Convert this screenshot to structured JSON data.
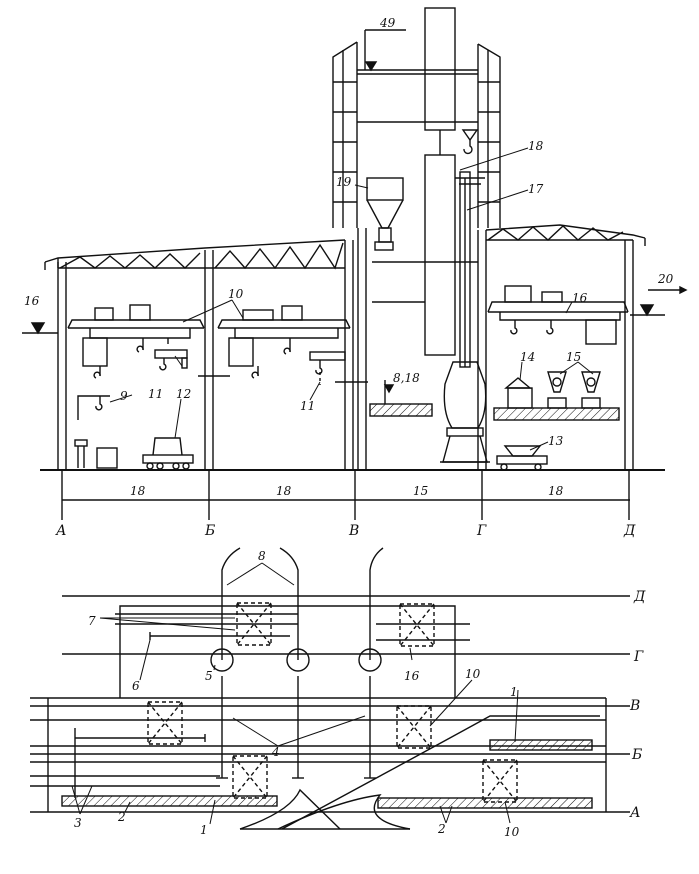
{
  "colors": {
    "ink": "#111111",
    "paper": "#ffffff"
  },
  "section": {
    "axes": [
      "А",
      "Б",
      "В",
      "Г",
      "Д"
    ],
    "spans": [
      "18",
      "18",
      "15",
      "18"
    ],
    "elevations": {
      "left": "16",
      "right": "20",
      "top": "49",
      "platform": "8,18"
    },
    "labels": {
      "n9": "9",
      "n10": "10",
      "n11a": "11",
      "n11b": "11",
      "n12": "12",
      "n13": "13",
      "n14": "14",
      "n15": "15",
      "n16": "16",
      "n17": "17",
      "n18": "18",
      "n19": "19"
    }
  },
  "plan": {
    "axes": [
      "Д",
      "Г",
      "В",
      "Б",
      "А"
    ],
    "labels": {
      "n1a": "1",
      "n1b": "1",
      "n2a": "2",
      "n2b": "2",
      "n3": "3",
      "n4": "4",
      "n5": "5",
      "n6": "6",
      "n7": "7",
      "n8": "8",
      "n10a": "10",
      "n10b": "10",
      "n16": "16"
    }
  }
}
